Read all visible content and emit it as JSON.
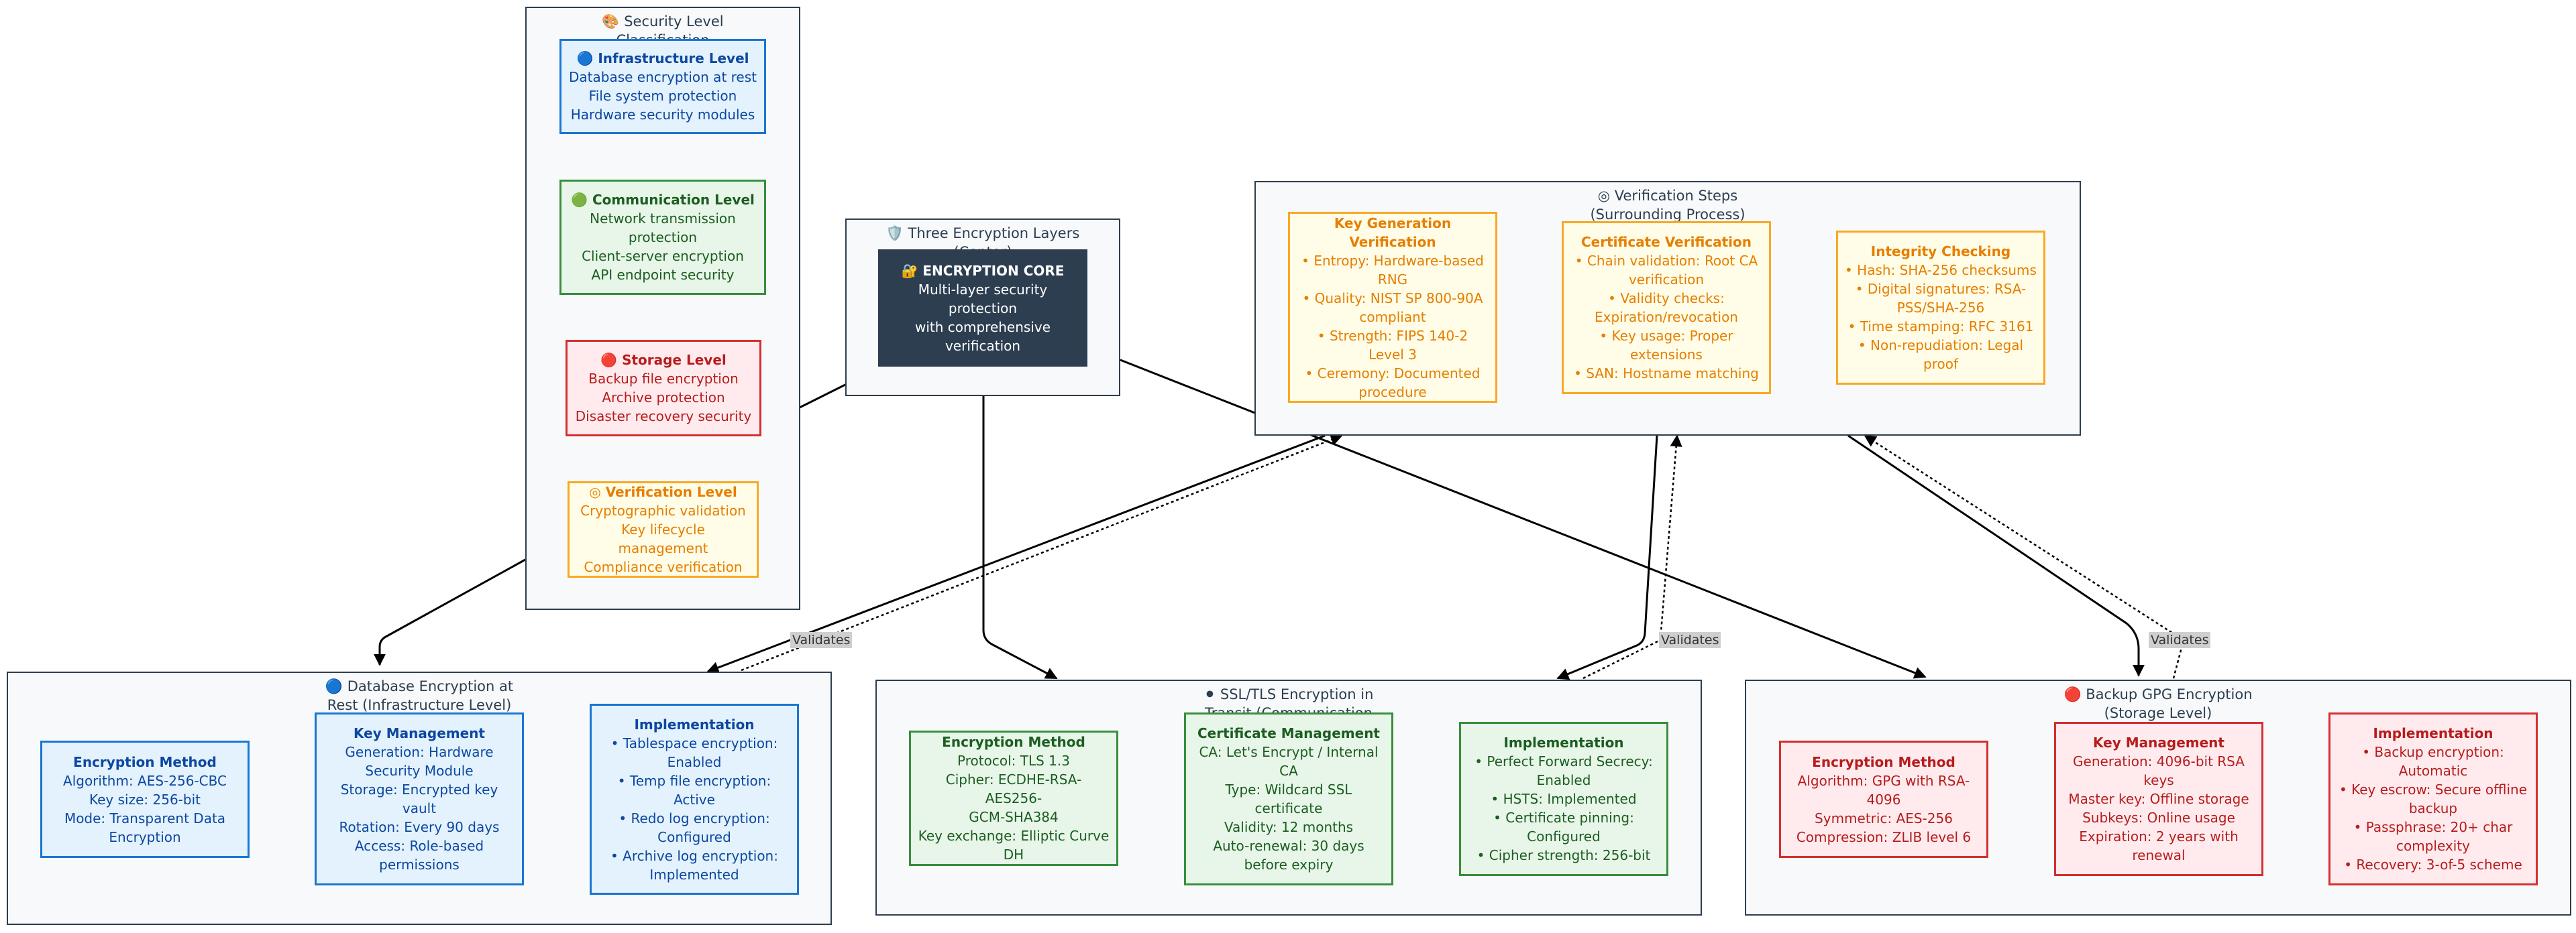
{
  "clusters": {
    "classification": "🎨 Security Level\nClassification",
    "center": "🛡️ Three Encryption Layers\n(Center)",
    "verification": "◎ Verification Steps\n(Surrounding Process)",
    "database": "🔵 Database Encryption at\nRest (Infrastructure Level)",
    "ssl": "⚫ SSL/TLS Encryption in\nTransit (Communication",
    "gpg": "🔴 Backup GPG Encryption\n(Storage Level)"
  },
  "nodes": {
    "infra_level": {
      "title": "🔵 Infrastructure Level",
      "lines": [
        "Database encryption at rest",
        "File system protection",
        "Hardware security modules"
      ]
    },
    "comm_level": {
      "title": "🟢 Communication Level",
      "lines": [
        "Network transmission",
        "protection",
        "Client-server encryption",
        "API endpoint security"
      ]
    },
    "storage_level": {
      "title": "🔴 Storage Level",
      "lines": [
        "Backup file encryption",
        "Archive protection",
        "Disaster recovery security"
      ]
    },
    "verif_level": {
      "title": "◎ Verification Level",
      "lines": [
        "Cryptographic validation",
        "Key lifecycle management",
        "Compliance verification"
      ]
    },
    "core": {
      "title": "🔐 ENCRYPTION CORE",
      "lines": [
        "Multi-layer security",
        "protection",
        "with comprehensive",
        "verification"
      ]
    },
    "key_gen": {
      "title": "Key Generation Verification",
      "lines": [
        "• Entropy: Hardware-based",
        "RNG",
        "• Quality: NIST SP 800-90A",
        "compliant",
        "• Strength: FIPS 140-2",
        "Level 3",
        "• Ceremony: Documented",
        "procedure"
      ]
    },
    "cert_verif": {
      "title": "Certificate Verification",
      "lines": [
        "• Chain validation: Root CA",
        "verification",
        "• Validity checks:",
        "Expiration/revocation",
        "• Key usage: Proper",
        "extensions",
        "• SAN: Hostname matching"
      ]
    },
    "integrity": {
      "title": "Integrity Checking",
      "lines": [
        "• Hash: SHA-256 checksums",
        "• Digital signatures: RSA-",
        "PSS/SHA-256",
        "• Time stamping: RFC 3161",
        "• Non-repudiation: Legal",
        "proof"
      ]
    },
    "db_method": {
      "title": "Encryption Method",
      "lines": [
        "Algorithm: AES-256-CBC",
        "Key size: 256-bit",
        "Mode: Transparent Data",
        "Encryption"
      ]
    },
    "db_key": {
      "title": "Key Management",
      "lines": [
        "Generation: Hardware",
        "Security Module",
        "Storage: Encrypted key",
        "vault",
        "Rotation: Every 90 days",
        "Access: Role-based",
        "permissions"
      ]
    },
    "db_impl": {
      "title": "Implementation",
      "lines": [
        "• Tablespace encryption:",
        "Enabled",
        "• Temp file encryption:",
        "Active",
        "• Redo log encryption:",
        "Configured",
        "• Archive log encryption:",
        "Implemented"
      ]
    },
    "ssl_method": {
      "title": "Encryption Method",
      "lines": [
        "Protocol: TLS 1.3",
        "Cipher: ECDHE-RSA-AES256-",
        "GCM-SHA384",
        "Key exchange: Elliptic Curve",
        "DH"
      ]
    },
    "ssl_cert": {
      "title": "Certificate Management",
      "lines": [
        "CA: Let's Encrypt / Internal",
        "CA",
        "Type: Wildcard SSL",
        "certificate",
        "Validity: 12 months",
        "Auto-renewal: 30 days",
        "before expiry"
      ]
    },
    "ssl_impl": {
      "title": "Implementation",
      "lines": [
        "• Perfect Forward Secrecy:",
        "Enabled",
        "• HSTS: Implemented",
        "• Certificate pinning:",
        "Configured",
        "• Cipher strength: 256-bit"
      ]
    },
    "gpg_method": {
      "title": "Encryption Method",
      "lines": [
        "Algorithm: GPG with RSA-",
        "4096",
        "Symmetric: AES-256",
        "Compression: ZLIB level 6"
      ]
    },
    "gpg_key": {
      "title": "Key Management",
      "lines": [
        "Generation: 4096-bit RSA",
        "keys",
        "Master key: Offline storage",
        "Subkeys: Online usage",
        "Expiration: 2 years with",
        "renewal"
      ]
    },
    "gpg_impl": {
      "title": "Implementation",
      "lines": [
        "• Backup encryption:",
        "Automatic",
        "• Key escrow: Secure offline",
        "backup",
        "• Passphrase: 20+ char",
        "complexity",
        "• Recovery: 3-of-5 scheme"
      ]
    }
  },
  "edge_labels": {
    "validates_1": "Validates",
    "validates_2": "Validates",
    "validates_3": "Validates"
  },
  "colors": {
    "infrastructure": "#1976d2",
    "communication": "#388e3c",
    "storage": "#d32f2f",
    "verification": "#f9a825",
    "core": "#2c3e50"
  }
}
